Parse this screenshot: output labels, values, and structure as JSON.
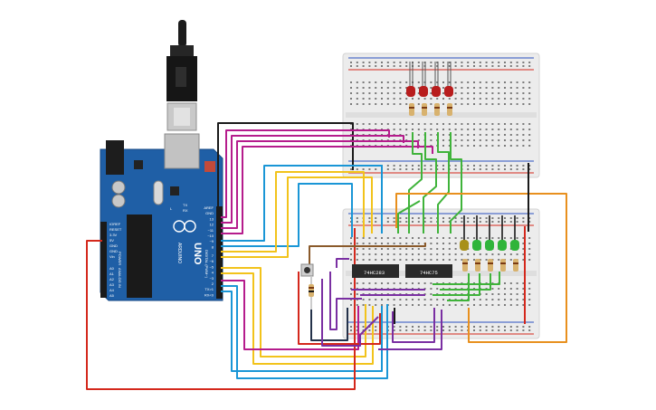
{
  "board": {
    "brand": "UNO",
    "subtitle": "ARDUINO",
    "digital_label": "DIGITAL (PWM~)",
    "power_label": "POWER",
    "analog_label": "ANALOG IN",
    "top_pins": [
      "AREF",
      "GND",
      "13",
      "12",
      "~11",
      "~10",
      "~9",
      "8"
    ],
    "bottom_pins": [
      "7",
      "~6",
      "~5",
      "4",
      "~3",
      "2",
      "TX>1",
      "RX<0"
    ],
    "power_pins": [
      "IOREF",
      "RESET",
      "3.3V",
      "5V",
      "GND",
      "GND",
      "Vin"
    ],
    "analog_pins": [
      "A0",
      "A1",
      "A2",
      "A3",
      "A4",
      "A5"
    ],
    "header_tx": "TX",
    "header_rx": "RX",
    "header_l": "L"
  },
  "chips": {
    "chip1": "74HC283",
    "chip2": "74HC75"
  },
  "colors": {
    "board_blue": "#1f5fa6",
    "breadboard": "#ececec",
    "rail_red": "#d4281c",
    "rail_blue": "#2a4fc1",
    "wire_red": "#d4281c",
    "wire_magenta": "#b51c8c",
    "wire_cyan": "#1a96d6",
    "wire_yellow": "#f2c31b",
    "wire_orange": "#e8901e",
    "wire_green": "#3fb33a",
    "wire_purple": "#7a2fa2",
    "wire_brown": "#8a5a2b",
    "wire_black": "#1a1a1a",
    "led_red": "#b81d1d",
    "led_green": "#2fb43a",
    "led_yellow": "#a8901a"
  },
  "components": {
    "red_leds": 4,
    "green_leds": 4,
    "yellow_leds": 1,
    "pushbuttons": 1
  }
}
